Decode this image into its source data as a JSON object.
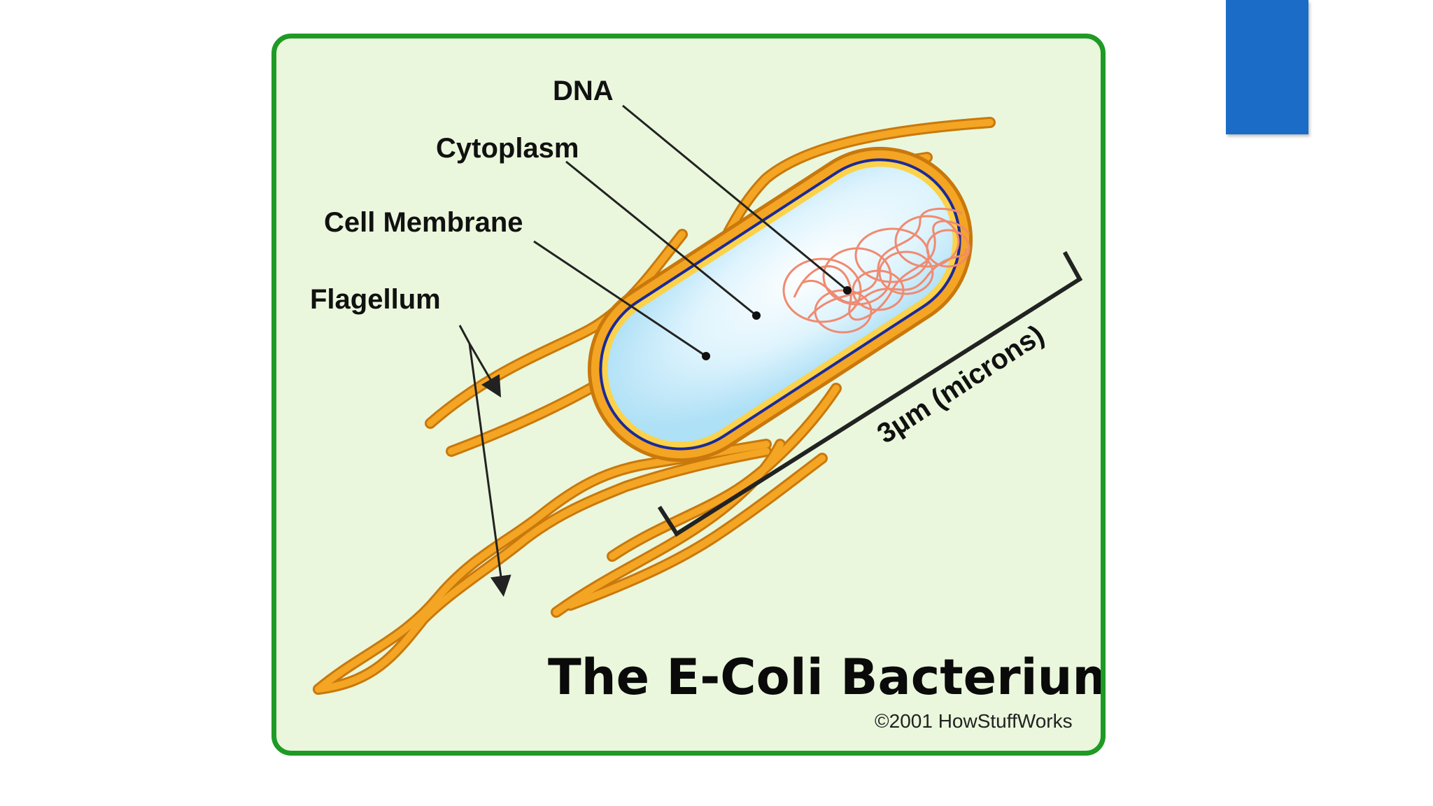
{
  "diagram": {
    "title": "The E-Coli Bacterium",
    "copyright": "©2001 HowStuffWorks",
    "labels": {
      "dna": "DNA",
      "cytoplasm": "Cytoplasm",
      "cell_membrane": "Cell Membrane",
      "flagellum": "Flagellum"
    },
    "scale_label": "3µm (microns)"
  },
  "colors": {
    "frame_border": "#1f9a25",
    "frame_fill": "#eaf7dc",
    "flagella": "#f0a020",
    "flagella_outline": "#c9780c",
    "cytoplasm": "#cfeefb",
    "membrane": "#1b2a9a",
    "dna": "#f08a70",
    "accent_bar": "#1a6cc6"
  }
}
